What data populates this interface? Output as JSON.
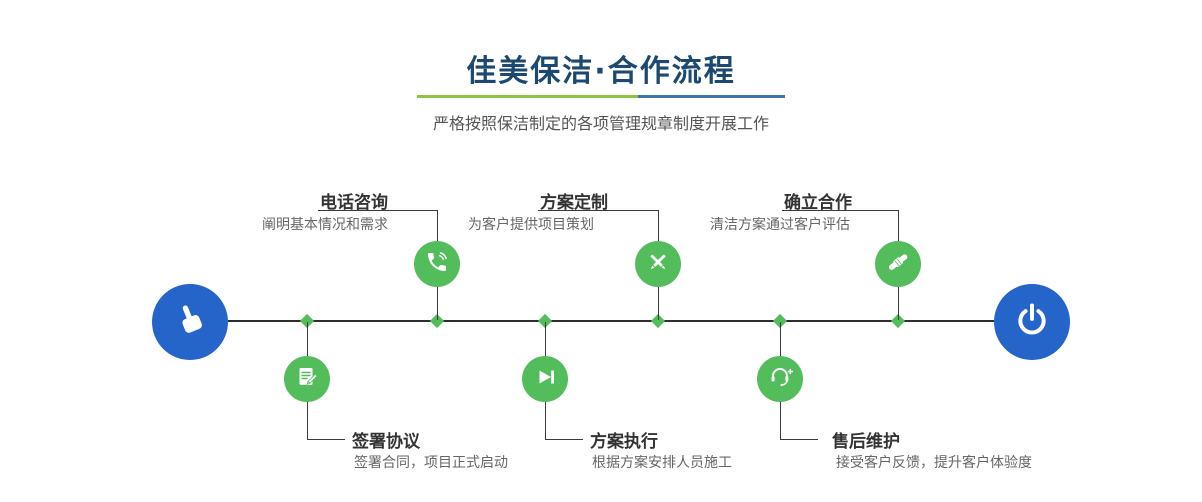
{
  "header": {
    "title": "佳美保洁·合作流程",
    "subtitle": "严格按照保洁制定的各项管理规章制度开展工作"
  },
  "colors": {
    "title_blue": "#1b4971",
    "accent_green": "#53bd5c",
    "accent_blue": "#2565c9",
    "divider_green": "#8cc63f",
    "divider_blue": "#3f74b5",
    "line_dark": "#2e2e2e"
  },
  "timeline": {
    "start_icon": "pointing-hand-icon",
    "end_icon": "power-icon",
    "top_steps": [
      {
        "title": "电话咨询",
        "desc": "阐明基本情况和需求",
        "icon": "phone-icon"
      },
      {
        "title": "方案定制",
        "desc": "为客户提供项目策划",
        "icon": "pencil-tools-icon"
      },
      {
        "title": "确立合作",
        "desc": "清洁方案通过客户评估",
        "icon": "handshake-icon"
      }
    ],
    "bottom_steps": [
      {
        "title": "签署协议",
        "desc": "签署合同，项目正式启动",
        "icon": "document-sign-icon"
      },
      {
        "title": "方案执行",
        "desc": "根据方案安排人员施工",
        "icon": "play-forward-icon"
      },
      {
        "title": "售后维护",
        "desc": "接受客户反馈，提升客户体验度",
        "icon": "headset-icon"
      }
    ]
  }
}
